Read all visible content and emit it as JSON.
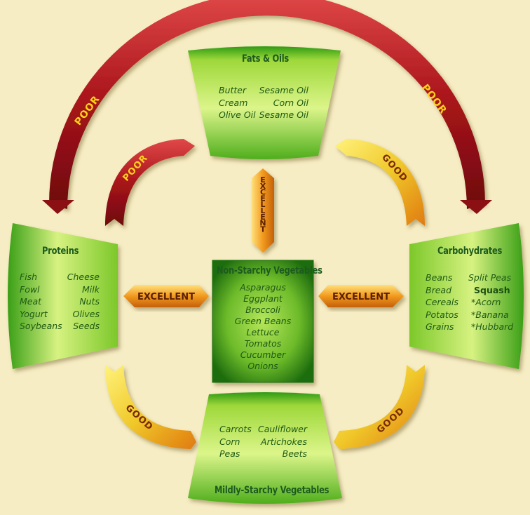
{
  "colors": {
    "background": "#f7edc5",
    "green_light": "#d6f27a",
    "green_mid": "#7ecb2a",
    "green_dark": "#2d8a12",
    "poor_red": "#a8141a",
    "good_yellow": "#f0c82a",
    "excellent_orange": "#f29a1e",
    "text_green": "#1f5a14"
  },
  "groups": {
    "fats": {
      "title": "Fats & Oils",
      "col1": [
        "Butter",
        "Cream",
        "Olive Oil"
      ],
      "col2": [
        "Sesame Oil",
        "Corn Oil",
        "Sesame Oil"
      ]
    },
    "proteins": {
      "title": "Proteins",
      "col1": [
        "Fish",
        "Fowl",
        "Meat",
        "Yogurt",
        "Soybeans"
      ],
      "col2": [
        "Cheese",
        "Milk",
        "Nuts",
        "Olives",
        "Seeds"
      ]
    },
    "carbs": {
      "title": "Carbohydrates",
      "col1": [
        "Beans",
        "Bread",
        "Cereals",
        "Potatos",
        "Grains"
      ],
      "col2_top": "Split Peas",
      "col2_bold": "Squash",
      "col2": [
        "*Acorn",
        "*Banana",
        "*Hubbard"
      ]
    },
    "nonstarchy": {
      "title": "Non-Starchy Vegetables",
      "items": [
        "Asparagus",
        "Eggplant",
        "Broccoli",
        "Green Beans",
        "Lettuce",
        "Tomatos",
        "Cucumber",
        "Onions"
      ]
    },
    "mildly": {
      "title": "Mildly-Starchy Vegetables",
      "col1": [
        "Carrots",
        "Corn",
        "Peas"
      ],
      "col2": [
        "Cauliflower",
        "Artichokes",
        "Beets"
      ]
    }
  },
  "combinations": {
    "outer_left": "POOR",
    "outer_right": "POOR",
    "inner_top_left": "POOR",
    "inner_top_right": "GOOD",
    "inner_bottom_left": "GOOD",
    "inner_bottom_right": "GOOD",
    "vertical": "EXCELLENT",
    "left": "EXCELLENT",
    "right": "EXCELLENT"
  }
}
